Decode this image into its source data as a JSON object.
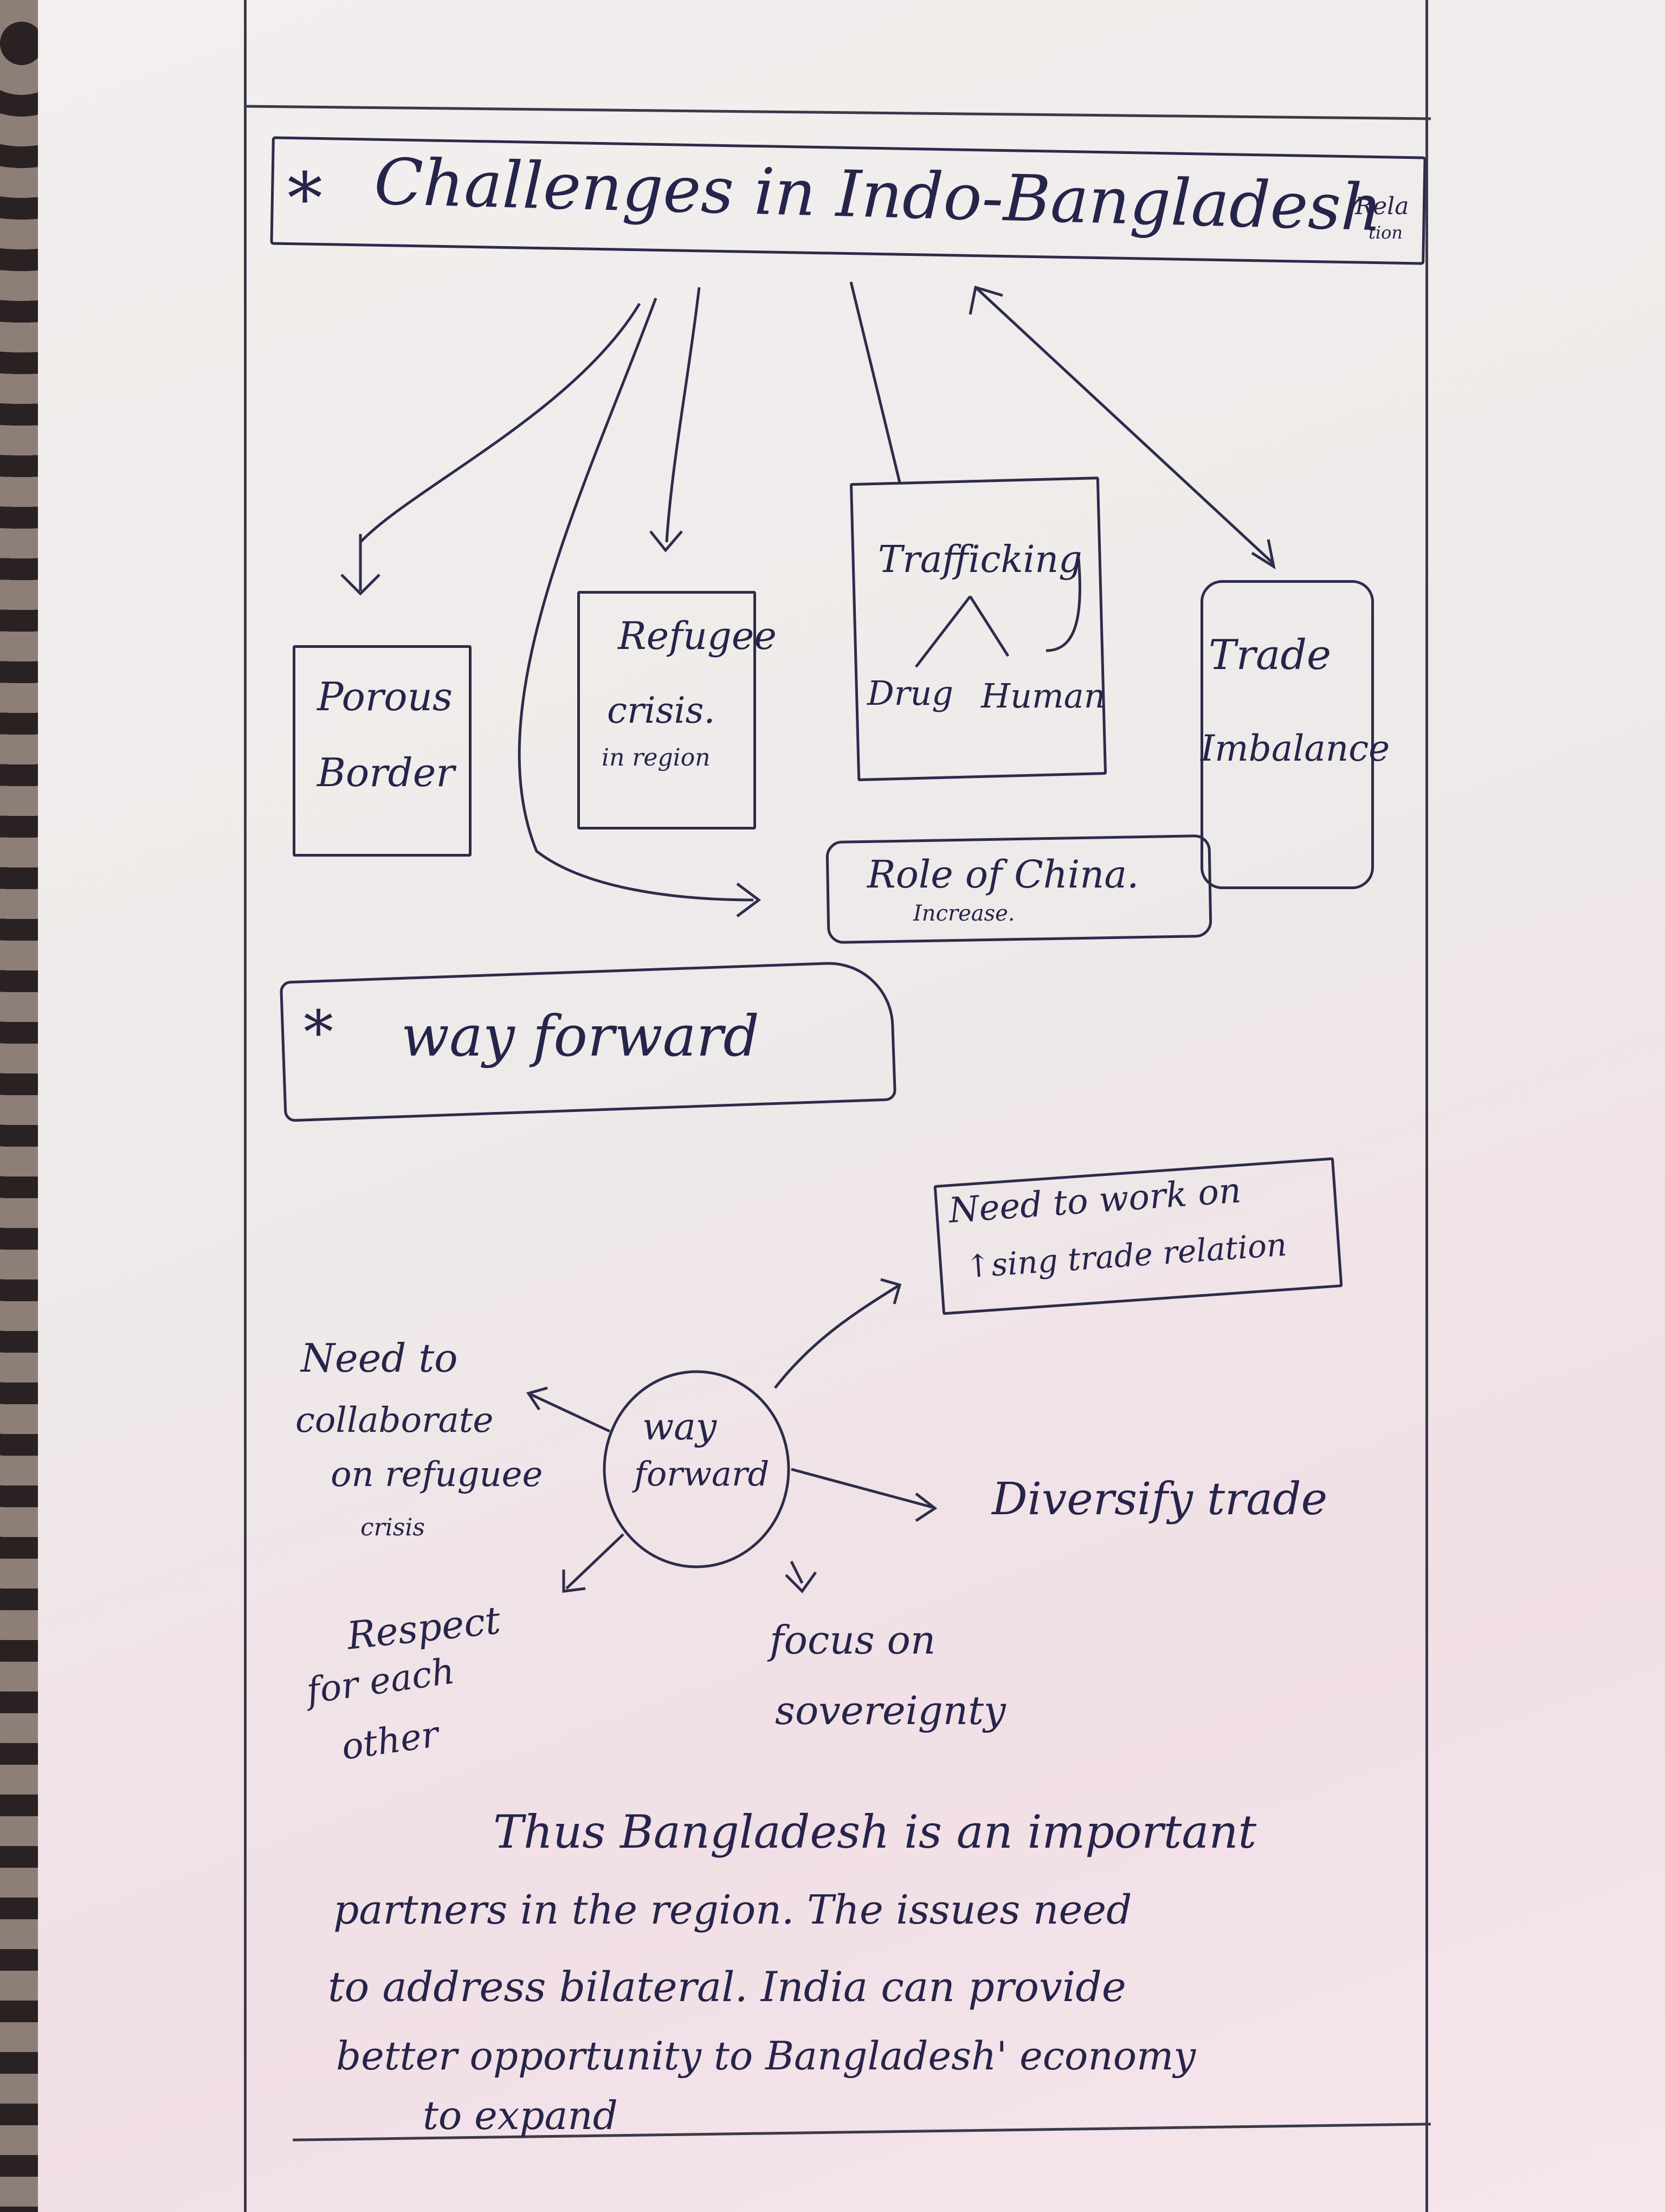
{
  "title": {
    "prefix": "*",
    "text": "Challenges in Indo-Bangladesh",
    "suffix_top": "Rela",
    "suffix_bottom": "tion"
  },
  "challenges": [
    {
      "id": "porous",
      "lines": [
        "Porous",
        "Border"
      ]
    },
    {
      "id": "refugee",
      "lines": [
        "Refugee",
        "crisis.",
        "in region"
      ]
    },
    {
      "id": "trafficking",
      "heading": "Trafficking",
      "branches": [
        "Drug",
        "Human"
      ]
    },
    {
      "id": "trade",
      "lines": [
        "Trade",
        "Imbalance"
      ]
    },
    {
      "id": "china",
      "lines": [
        "Role of China.",
        "Increase."
      ]
    }
  ],
  "way_forward_heading": {
    "prefix": "*",
    "text": "way forward"
  },
  "hub": {
    "lines": [
      "way",
      "forward"
    ]
  },
  "measures": [
    {
      "id": "trade-relation",
      "lines": [
        "Need to work on",
        "↑sing trade relation"
      ]
    },
    {
      "id": "refugee-collab",
      "lines": [
        "Need to",
        "collaborate",
        "on refuguee",
        "crisis"
      ]
    },
    {
      "id": "diversify",
      "lines": [
        "Diversify trade"
      ]
    },
    {
      "id": "respect",
      "lines": [
        "Respect",
        "for each",
        "other"
      ]
    },
    {
      "id": "sovereignty",
      "lines": [
        "focus on",
        "sovereignty"
      ]
    }
  ],
  "conclusion": [
    "Thus Bangladesh is an important",
    "partners in the region. The issues need",
    "to address bilateral. India can provide",
    "better opportunity to Bangladesh' economy",
    "to expand"
  ]
}
